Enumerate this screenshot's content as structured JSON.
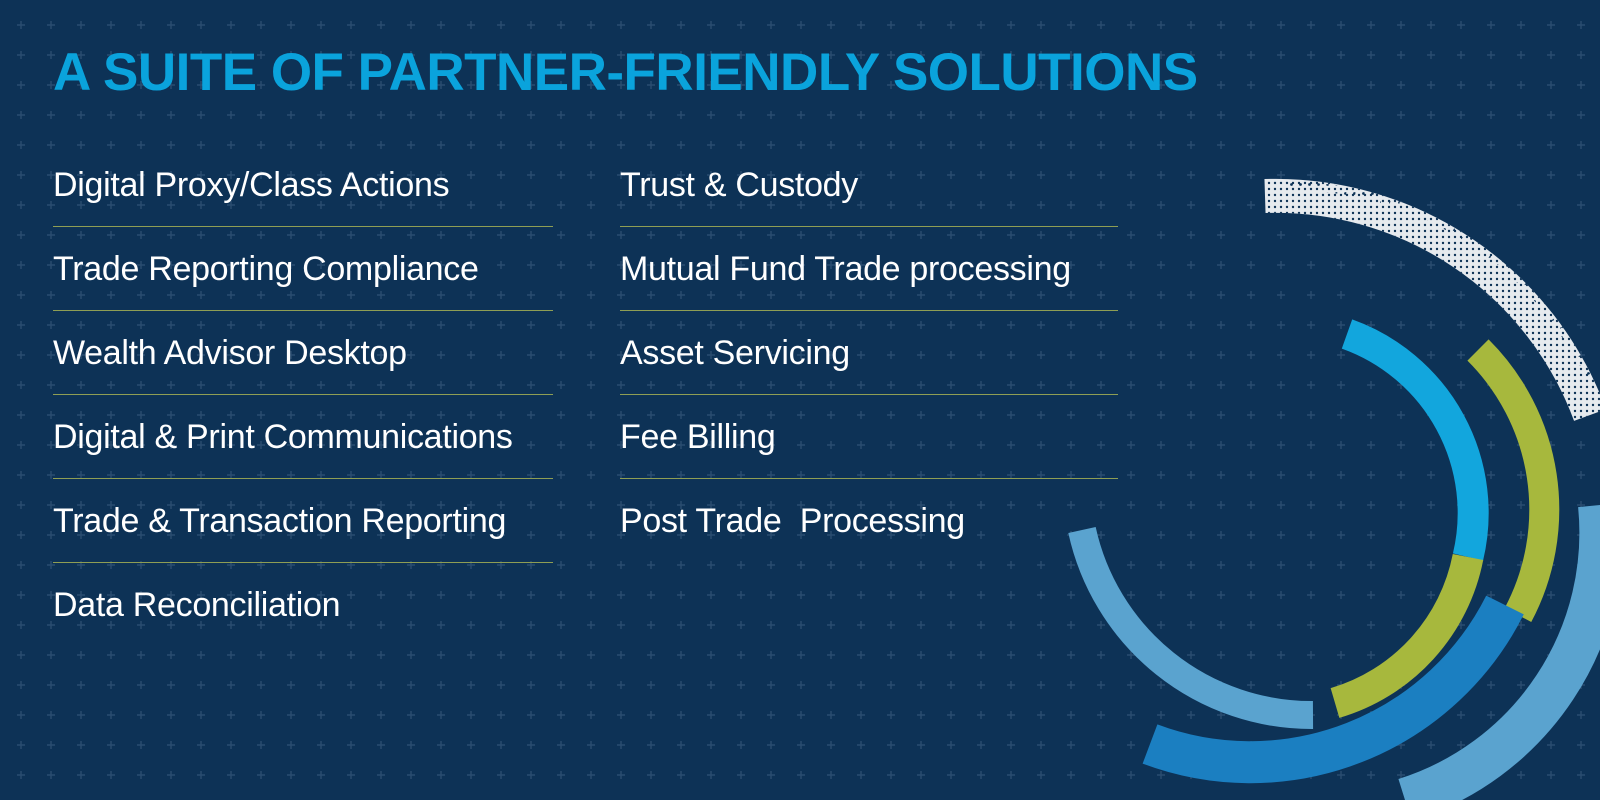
{
  "title": "A SUITE OF PARTNER-FRIENDLY SOLUTIONS",
  "left_column": [
    "Digital Proxy/Class Actions",
    "Trade Reporting Compliance",
    "Wealth Advisor Desktop",
    "Digital & Print Communications",
    "Trade & Transaction Reporting",
    "Data Reconciliation"
  ],
  "right_column": [
    "Trust & Custody",
    "Mutual Fund Trade processing",
    "Asset Servicing",
    "Fee Billing",
    "Post Trade  Processing"
  ],
  "colors": {
    "background": "#0d3256",
    "title": "#0aa3dc",
    "text": "#ffffff",
    "rule": "#8e9e54",
    "arc_light_blue": "#5aa3cf",
    "arc_cyan": "#12a6dd",
    "arc_green": "#a7b83d",
    "arc_blue": "#1b7fc1",
    "arc_dotted": "#e6eaee"
  }
}
